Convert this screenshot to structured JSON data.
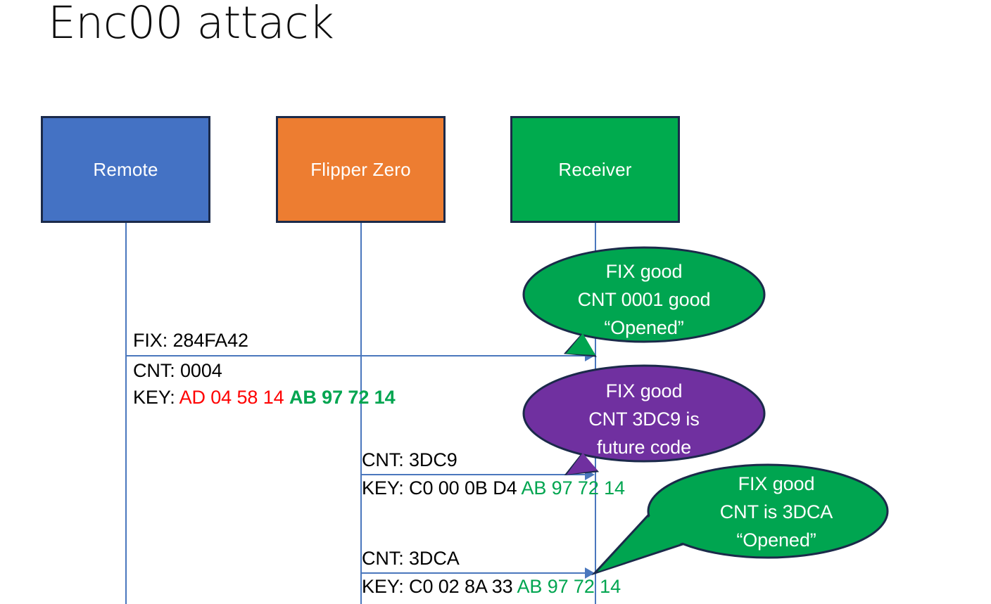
{
  "slide": {
    "title": "Enc00 attack",
    "background": "#ffffff"
  },
  "colors": {
    "remote": "#4472c4",
    "flipper": "#ed7d31",
    "receiver": "#00ab4e",
    "callout_good": "#00a550",
    "callout_future": "#7030a0",
    "outline": "#1b2a4a",
    "lifeline": "#4a77bd",
    "hex_red": "#ff0000",
    "hex_green": "#00a550",
    "text": "#000000"
  },
  "actors": [
    {
      "name": "remote",
      "label": "Remote"
    },
    {
      "name": "flipper",
      "label": "Flipper Zero"
    },
    {
      "name": "receiver",
      "label": "Receiver"
    }
  ],
  "messages": [
    {
      "id": "msg-1",
      "from": "remote",
      "to": "receiver",
      "fix_line": "FIX: 284FA42",
      "cnt_line": "CNT: 0004",
      "key_label": "KEY: ",
      "key_red": "AD 04 58 14 ",
      "key_green": "AB 97 72 14"
    },
    {
      "id": "msg-2",
      "from": "flipper",
      "to": "receiver",
      "cnt_line": "CNT: 3DC9",
      "key_label": "KEY: C0 00 0B D4 ",
      "key_green": "AB 97 72 14"
    },
    {
      "id": "msg-3",
      "from": "flipper",
      "to": "receiver",
      "cnt_line": "CNT: 3DCA",
      "key_label": "KEY: C0 02 8A 33 ",
      "key_green": "AB 97 72 14"
    }
  ],
  "callouts": [
    {
      "id": "callout-1",
      "color": "#00a550",
      "line1": "FIX good",
      "line2": "CNT 0001 good",
      "line3": "“Opened”"
    },
    {
      "id": "callout-2",
      "color": "#7030a0",
      "line1": "FIX good",
      "line2": "CNT 3DC9 is",
      "line3": "future code"
    },
    {
      "id": "callout-3",
      "color": "#00a550",
      "line1": "FIX good",
      "line2": "CNT is 3DCA",
      "line3": "“Opened”"
    }
  ]
}
